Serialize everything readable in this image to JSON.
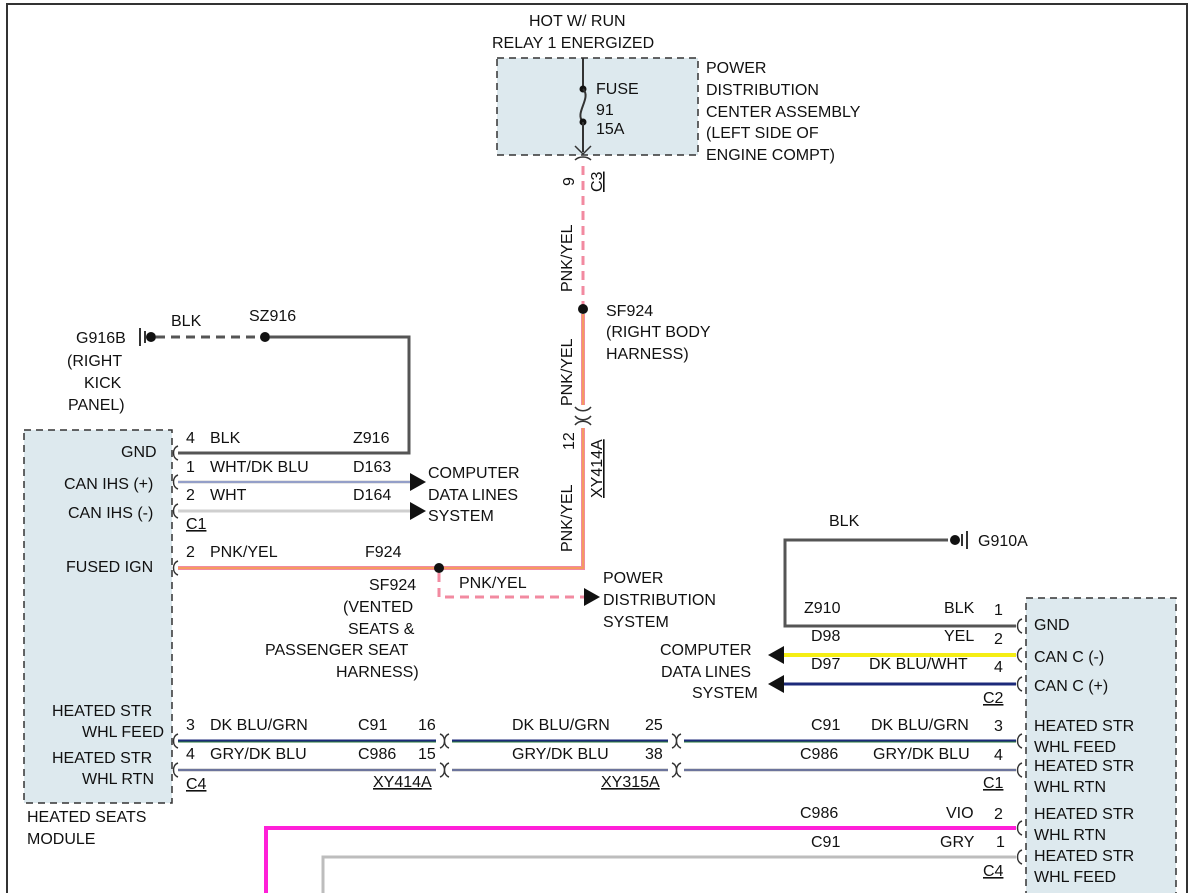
{
  "colors": {
    "box_fill": "#dde9ee",
    "wire_blk": "#555555",
    "wire_pnk": "#f28aa0",
    "wire_org": "#f4a24a",
    "wire_wht": "#cfcfcf",
    "wire_blu": "#5a6fc0",
    "wire_yel": "#f5ee14",
    "wire_dkblu": "#1c2a7a",
    "wire_grn": "#2a7a3a",
    "wire_vio": "#ff20d8",
    "wire_gry": "#bdbdbd"
  },
  "top": {
    "title_l1": "HOT W/ RUN",
    "title_l2": "RELAY 1 ENERGIZED",
    "fuse_label": "FUSE",
    "fuse_num": "91",
    "fuse_amp": "15A",
    "pdc_l1": "POWER",
    "pdc_l2": "DISTRIBUTION",
    "pdc_l3": "CENTER ASSEMBLY",
    "pdc_l4": "(LEFT SIDE OF",
    "pdc_l5": "ENGINE COMPT)",
    "c3_pin": "9",
    "c3_conn": "C3",
    "wire1": "PNK/YEL",
    "splice": "SF924",
    "splice_l2": "(RIGHT BODY",
    "splice_l3": "HARNESS)",
    "wire2": "PNK/YEL",
    "xy_pin": "12",
    "xy_conn": "XY414A",
    "wire3": "PNK/YEL"
  },
  "ground_left": {
    "name": "G916B",
    "loc_l1": "(RIGHT",
    "loc_l2": "KICK",
    "loc_l3": "PANEL)",
    "wire": "BLK",
    "splice": "SZ916"
  },
  "hsm": {
    "title_l1": "HEATED SEATS",
    "title_l2": "MODULE",
    "gnd": "GND",
    "can_pos": "CAN IHS (+)",
    "can_neg": "CAN IHS (-)",
    "fused_ign": "FUSED IGN",
    "hs_feed_l1": "HEATED STR",
    "hs_feed_l2": "WHL FEED",
    "hs_rtn_l1": "HEATED STR",
    "hs_rtn_l2": "WHL RTN",
    "c1": "C1",
    "c4": "C4",
    "gnd_pin": "4",
    "gnd_wire": "BLK",
    "gnd_circ": "Z916",
    "canp_pin": "1",
    "canp_wire": "WHT/DK BLU",
    "canp_circ": "D163",
    "cann_pin": "2",
    "cann_wire": "WHT",
    "cann_circ": "D164",
    "ign_pin": "2",
    "ign_wire": "PNK/YEL",
    "ign_circ": "F924",
    "feed_pin": "3",
    "feed_wire": "DK BLU/GRN",
    "feed_circ": "C91",
    "rtn_pin": "4",
    "rtn_wire": "GRY/DK BLU",
    "rtn_circ": "C986"
  },
  "cdl_left": {
    "l1": "COMPUTER",
    "l2": "DATA LINES",
    "l3": "SYSTEM"
  },
  "splice_mid": {
    "name": "SF924",
    "l2": "(VENTED",
    "l3": "SEATS &",
    "l4": "PASSENGER SEAT",
    "l5": "HARNESS)",
    "wire": "PNK/YEL"
  },
  "pds": {
    "l1": "POWER",
    "l2": "DISTRIBUTION",
    "l3": "SYSTEM"
  },
  "mid_conn": {
    "xy414_feed_pin": "16",
    "xy414_rtn_pin": "15",
    "xy414": "XY414A",
    "feed_wire": "DK BLU/GRN",
    "rtn_wire": "GRY/DK BLU",
    "xy315_feed_pin": "25",
    "xy315_rtn_pin": "38",
    "xy315": "XY315A"
  },
  "ground_right": {
    "wire": "BLK",
    "name": "G910A"
  },
  "right_module": {
    "gnd": "GND",
    "can_neg": "CAN C (-)",
    "can_pos": "CAN C (+)",
    "hs_feed_l1": "HEATED STR",
    "hs_feed_l2": "WHL FEED",
    "hs_rtn_l1": "HEATED STR",
    "hs_rtn_l2": "WHL RTN",
    "hs_rtn2_l1": "HEATED STR",
    "hs_rtn2_l2": "WHL RTN",
    "hs_feed2_l1": "HEATED STR",
    "hs_feed2_l2": "WHL FEED",
    "gnd_circ": "Z910",
    "gnd_wire": "BLK",
    "gnd_pin": "1",
    "cann_circ": "D98",
    "cann_wire": "YEL",
    "cann_pin": "2",
    "canp_circ": "D97",
    "canp_wire": "DK BLU/WHT",
    "canp_pin": "4",
    "c2": "C2",
    "feed_circ": "C91",
    "feed_wire": "DK BLU/GRN",
    "feed_pin": "3",
    "rtn_circ": "C986",
    "rtn_wire": "GRY/DK BLU",
    "rtn_pin": "4",
    "c1": "C1",
    "vio_circ": "C986",
    "vio_wire": "VIO",
    "vio_pin": "2",
    "gry_circ": "C91",
    "gry_wire": "GRY",
    "gry_pin": "1",
    "c4": "C4"
  },
  "cdl_right": {
    "l1": "COMPUTER",
    "l2": "DATA LINES",
    "l3": "SYSTEM"
  }
}
